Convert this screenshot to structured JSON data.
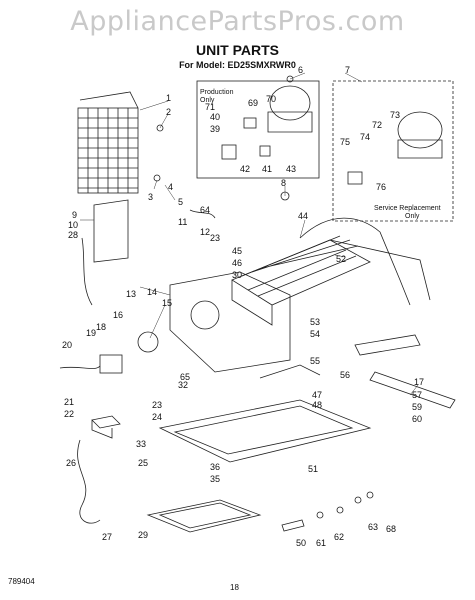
{
  "watermark": "AppliancePartsPros.com",
  "title": "UNIT PARTS",
  "model_line": "For Model: ED25SMXRWR0",
  "boxes": {
    "production_only": [
      "Production",
      "Only"
    ],
    "service_replacement_only": [
      "Service Replacement",
      "Only"
    ]
  },
  "callouts": [
    "1",
    "2",
    "3",
    "4",
    "5",
    "6",
    "7",
    "8",
    "9",
    "10",
    "11",
    "12",
    "13",
    "14",
    "15",
    "16",
    "17",
    "18",
    "19",
    "20",
    "21",
    "22",
    "23",
    "23",
    "24",
    "25",
    "26",
    "27",
    "28",
    "29",
    "30",
    "32",
    "33",
    "35",
    "36",
    "39",
    "40",
    "41",
    "42",
    "43",
    "44",
    "45",
    "46",
    "47",
    "48",
    "50",
    "51",
    "52",
    "53",
    "54",
    "55",
    "56",
    "57",
    "59",
    "60",
    "61",
    "62",
    "63",
    "64",
    "65",
    "68",
    "69",
    "70",
    "71",
    "72",
    "73",
    "74",
    "75",
    "76"
  ],
  "footer": {
    "left_code": "789404",
    "page_number": "18"
  }
}
